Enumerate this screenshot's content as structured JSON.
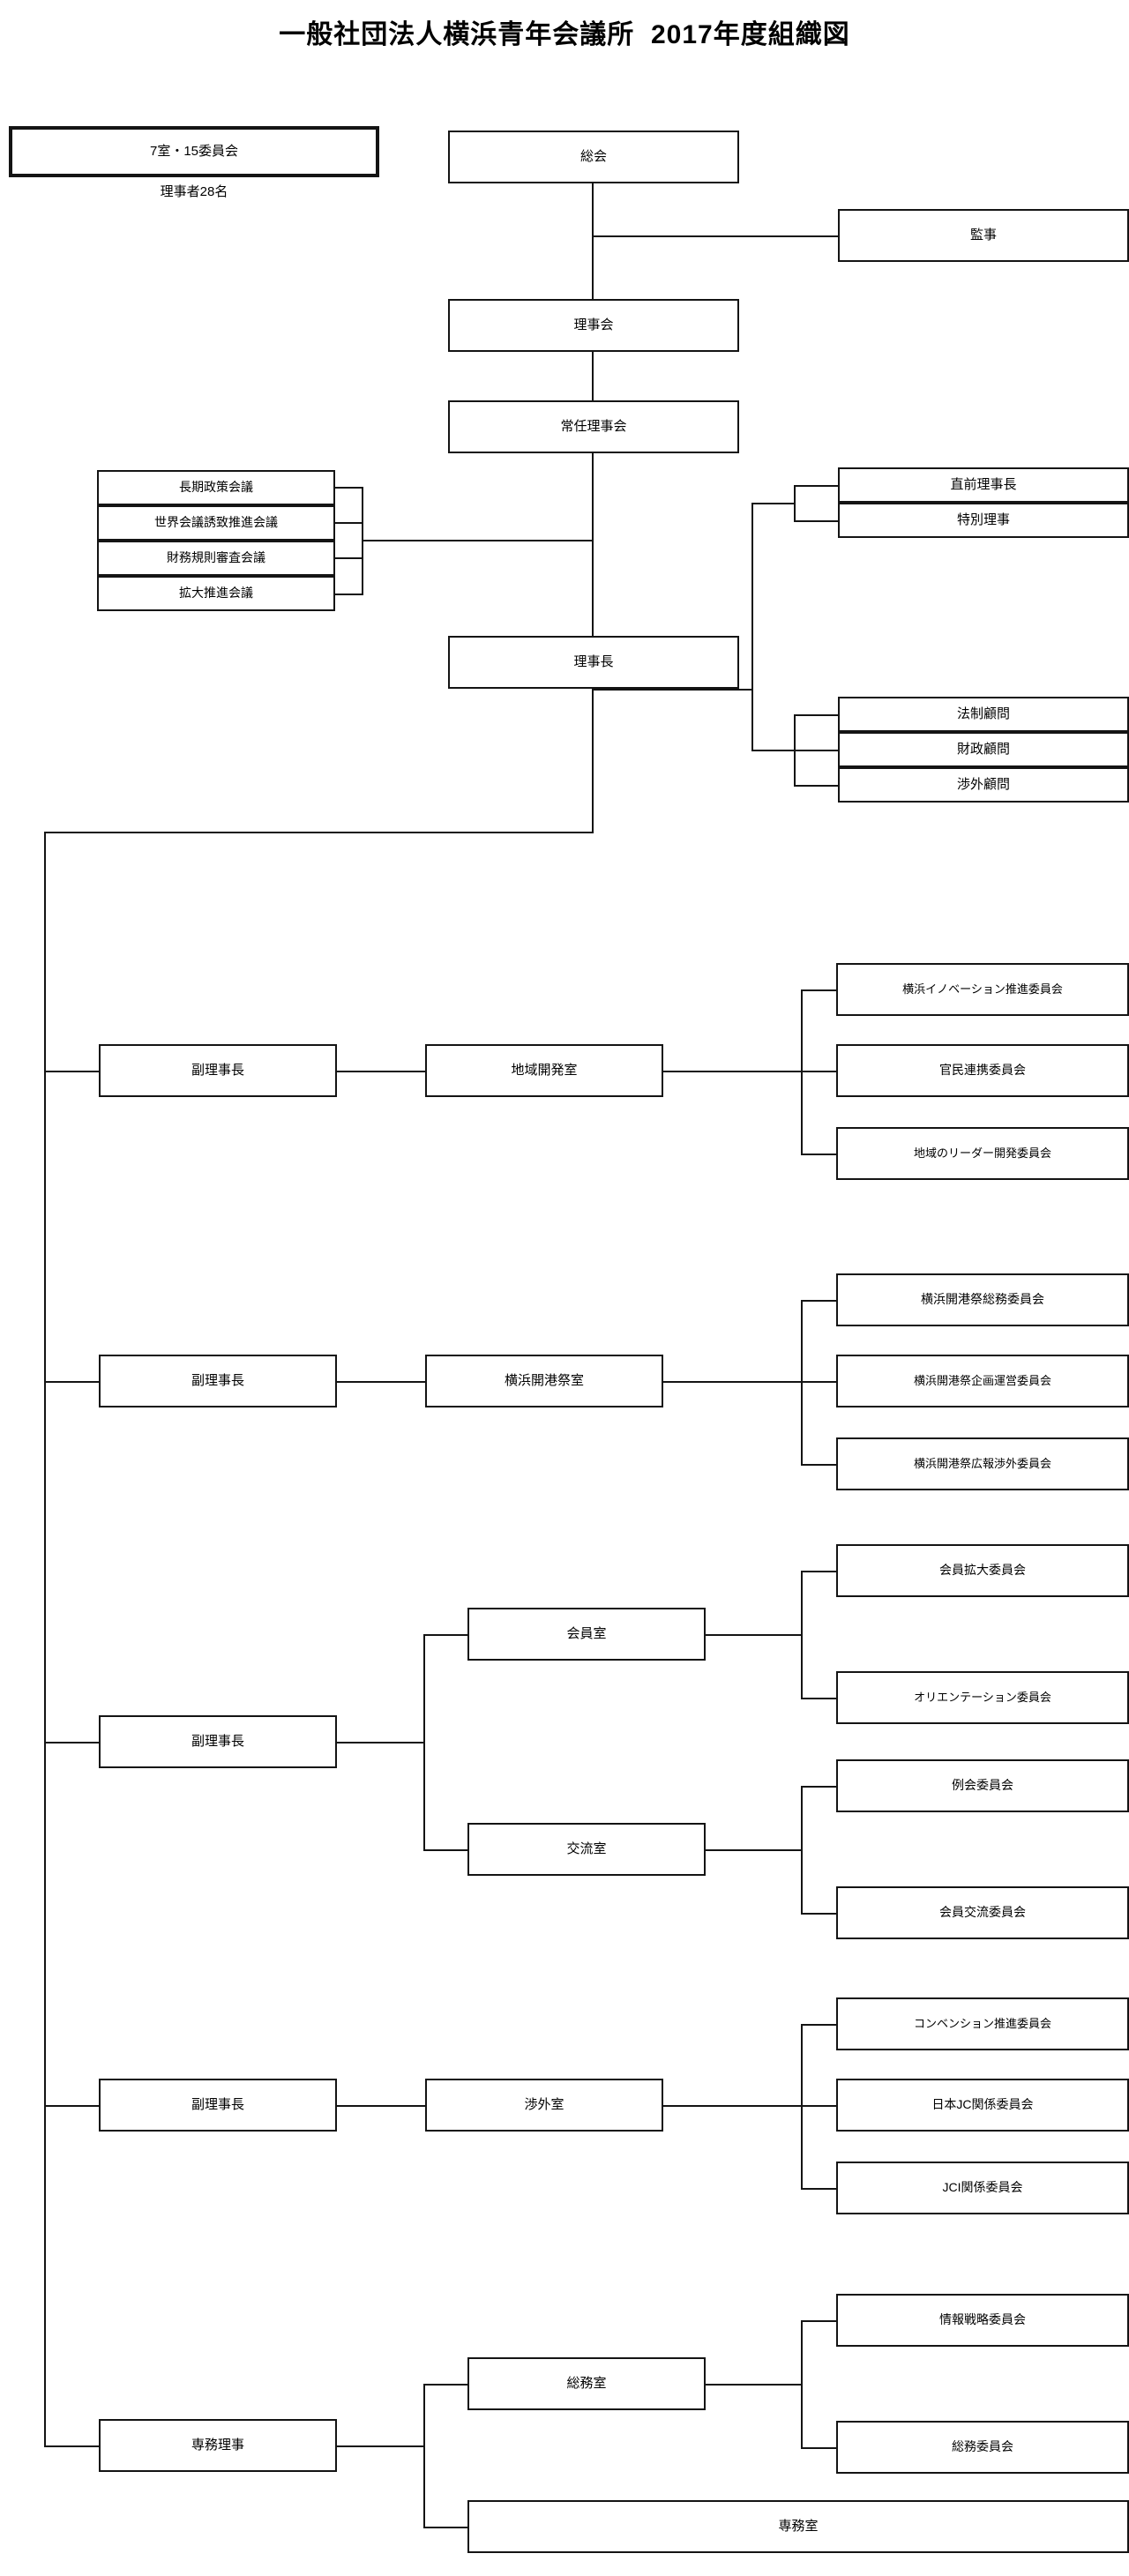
{
  "title": "一般社団法人横浜青年会議所  2017年度組織図",
  "legend": {
    "rooms_committees": "7室・15委員会",
    "directors_count": "理事者28名"
  },
  "colors": {
    "line": "#141414",
    "box_fill": "#ffffff",
    "text": "#000000"
  },
  "nodes": {
    "general_meeting": "総会",
    "auditor": "監事",
    "board_of_directors": "理事会",
    "standing_board": "常任理事会",
    "chairman": "理事長",
    "councils": [
      "長期政策会議",
      "世界会議誘致推進会議",
      "財務規則審査会議",
      "拡大推進会議"
    ],
    "advisors_upper": [
      "直前理事長",
      "特別理事"
    ],
    "advisors_lower": [
      "法制顧問",
      "財政顧問",
      "渉外顧問"
    ],
    "vice_chairman": "副理事長",
    "managing_director": "専務理事",
    "rooms": {
      "regional_development": "地域開発室",
      "port_festival": "横浜開港祭室",
      "membership": "会員室",
      "exchange": "交流室",
      "external": "渉外室",
      "general_affairs": "総務室",
      "managing": "専務室"
    },
    "committees": {
      "regional_development": [
        "横浜イノベーション推進委員会",
        "官民連携委員会",
        "地域のリーダー開発委員会"
      ],
      "port_festival": [
        "横浜開港祭総務委員会",
        "横浜開港祭企画運営委員会",
        "横浜開港祭広報渉外委員会"
      ],
      "membership": [
        "会員拡大委員会",
        "オリエンテーション委員会"
      ],
      "exchange": [
        "例会委員会",
        "会員交流委員会"
      ],
      "external": [
        "コンベンション推進委員会",
        "日本JC関係委員会",
        "JCI関係委員会"
      ],
      "general_affairs": [
        "情報戦略委員会",
        "総務委員会"
      ]
    }
  }
}
